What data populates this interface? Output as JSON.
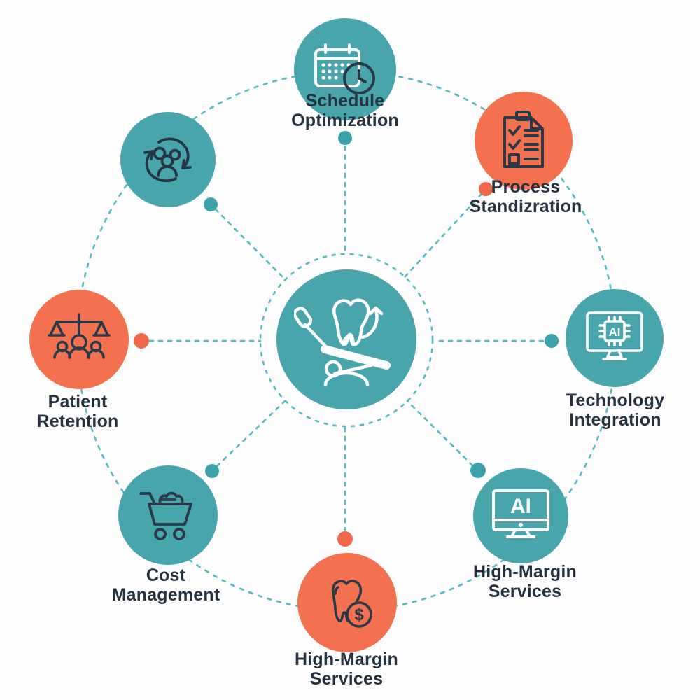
{
  "diagram": {
    "type": "hub-and-spoke",
    "center": {
      "icon": "dental-chair-tooth-arrow-icon",
      "label": ""
    },
    "nodes": [
      {
        "id": "schedule-optimization",
        "label": "Schedule\nOptimization",
        "color": "teal",
        "icon": "calendar-clock-icon"
      },
      {
        "id": "process-standardization",
        "label": "Process\nStandizration",
        "color": "orange",
        "icon": "checklist-clipboard-icon"
      },
      {
        "id": "technology-integration",
        "label": "Technology\nIntegration",
        "color": "teal",
        "icon": "ai-chip-monitor-icon",
        "icon_text": "AI"
      },
      {
        "id": "high-margin-services-ai",
        "label": "High-Margin\nServices",
        "color": "teal",
        "icon": "ai-monitor-icon",
        "icon_text": "AI"
      },
      {
        "id": "high-margin-services",
        "label": "High-Margin\nServices",
        "color": "orange",
        "icon": "tooth-dollar-icon",
        "icon_text": "$"
      },
      {
        "id": "cost-management",
        "label": "Cost\nManagement",
        "color": "teal",
        "icon": "shopping-cart-icon"
      },
      {
        "id": "patient-retention",
        "label": "Patient\nRetention",
        "color": "orange",
        "icon": "scales-people-icon"
      },
      {
        "id": "people-cycle",
        "label": "",
        "color": "teal",
        "icon": "people-cycle-arrows-icon"
      }
    ],
    "colors": {
      "teal": "#48a5ac",
      "orange": "#f3714f",
      "dash": "#56b9c0",
      "dot_teal": "#3ba2ab",
      "dot_orange": "#f0684b",
      "text": "#26323f",
      "icon_dark": "#2a3949",
      "icon_light": "#ffffff",
      "background": "#fdfdfd"
    }
  }
}
